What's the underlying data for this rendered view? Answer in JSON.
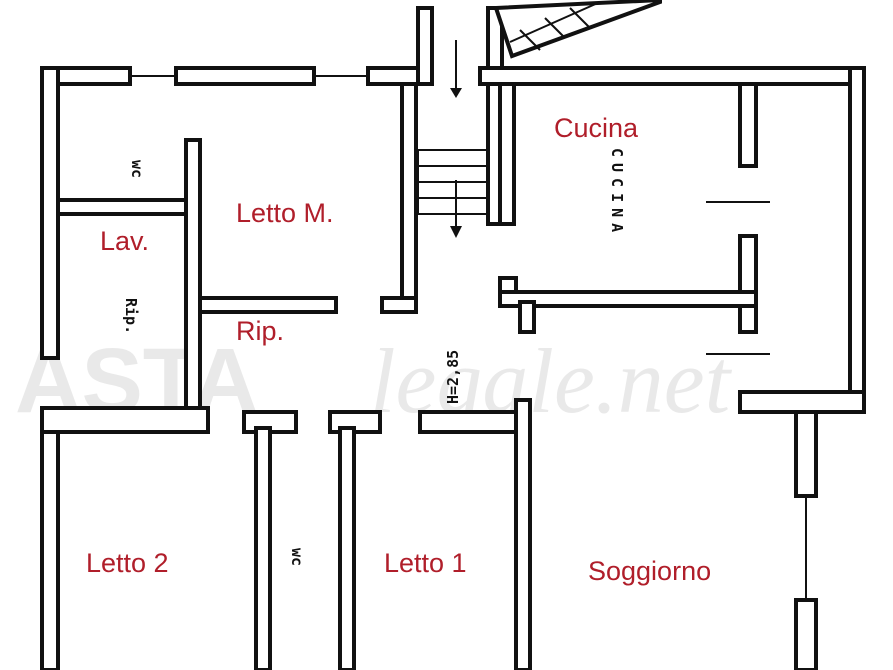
{
  "rooms": {
    "cucina": "Cucina",
    "letto_m": "Letto M.",
    "lav": "Lav.",
    "rip": "Rip.",
    "letto_2": "Letto 2",
    "letto_1": "Letto 1",
    "soggiorno": "Soggiorno"
  },
  "plan_text": {
    "wc_upper": "wc",
    "wc_lower": "wc",
    "rip_vertical": "Rip.",
    "cucina_vertical": "CUCINA",
    "height": "H=2,85"
  },
  "watermark": {
    "brand": "ASTA",
    "domain": "legale.net"
  },
  "colors": {
    "label_red": "#b01e2a",
    "wall": "#111111",
    "watermark": "#d8d8d8"
  }
}
